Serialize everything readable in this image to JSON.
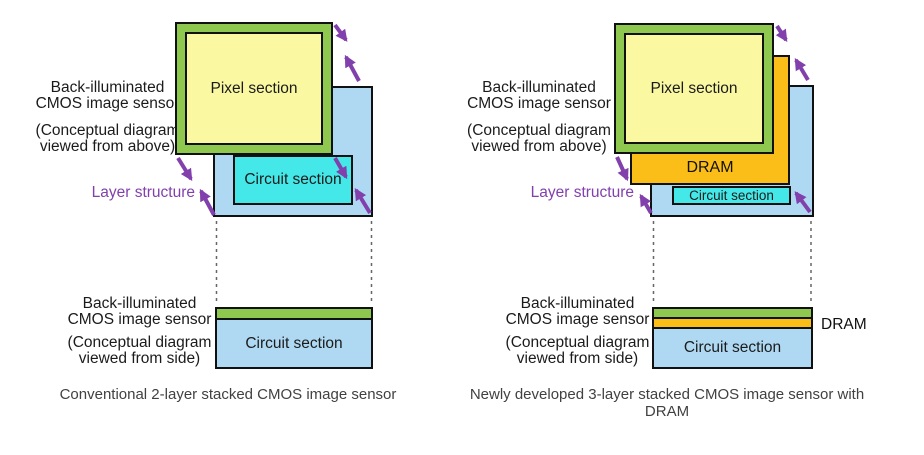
{
  "colors": {
    "pixel_yellow": "#FAF9A2",
    "frame_green": "#8FC84E",
    "substrate_blue": "#AFD9F2",
    "circuit_cyan": "#45E8E8",
    "dram_orange": "#FBBE18",
    "arrow_purple": "#8240AC",
    "outline_black": "#111111",
    "caption_gray": "#414141"
  },
  "left": {
    "sensor_label_line1": "Back-illuminated",
    "sensor_label_line2": "CMOS image sensor",
    "view_above_line1": "(Conceptual diagram",
    "view_above_line2": "viewed from above)",
    "layer_structure_label": "Layer structure",
    "pixel_section_label": "Pixel section",
    "circuit_section_label": "Circuit section",
    "side_sensor_label_line1": "Back-illuminated",
    "side_sensor_label_line2": "CMOS image sensor",
    "view_side_line1": "(Conceptual diagram",
    "view_side_line2": "viewed from side)",
    "side_circuit_label": "Circuit section",
    "caption": "Conventional 2-layer stacked CMOS image sensor"
  },
  "right": {
    "sensor_label_line1": "Back-illuminated",
    "sensor_label_line2": "CMOS image sensor",
    "view_above_line1": "(Conceptual diagram",
    "view_above_line2": "viewed from above)",
    "layer_structure_label": "Layer structure",
    "pixel_section_label": "Pixel section",
    "dram_label": "DRAM",
    "circuit_section_label": "Circuit section",
    "side_sensor_label_line1": "Back-illuminated",
    "side_sensor_label_line2": "CMOS image sensor",
    "view_side_line1": "(Conceptual diagram",
    "view_side_line2": "viewed from side)",
    "side_circuit_label": "Circuit section",
    "side_dram_label": "DRAM",
    "caption": "Newly developed 3-layer stacked CMOS image sensor with DRAM"
  }
}
